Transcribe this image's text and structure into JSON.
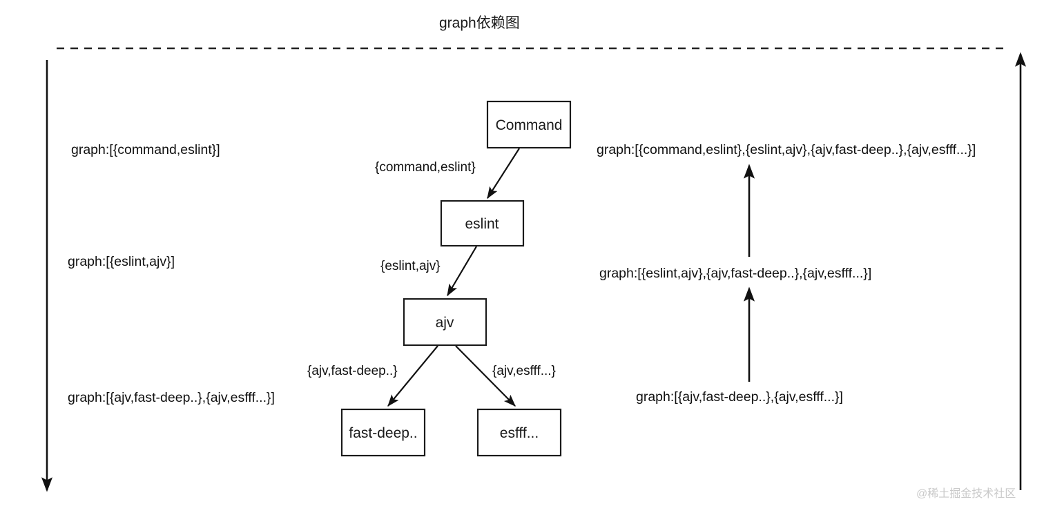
{
  "title": "graph依赖图",
  "watermark": "@稀土掘金技术社区",
  "nodes": [
    {
      "id": "command",
      "label": "Command"
    },
    {
      "id": "eslint",
      "label": "eslint"
    },
    {
      "id": "ajv",
      "label": "ajv"
    },
    {
      "id": "fastdeep",
      "label": "fast-deep.."
    },
    {
      "id": "esfff",
      "label": "esfff..."
    }
  ],
  "edge_labels": [
    {
      "id": "command-eslint",
      "label": "{command,eslint}"
    },
    {
      "id": "eslint-ajv",
      "label": "{eslint,ajv}"
    },
    {
      "id": "ajv-fastdeep",
      "label": "{ajv,fast-deep..}"
    },
    {
      "id": "ajv-esfff",
      "label": "{ajv,esfff...}"
    }
  ],
  "left_labels": [
    {
      "id": "left-1",
      "label": "graph:[{command,eslint}]"
    },
    {
      "id": "left-2",
      "label": "graph:[{eslint,ajv}]"
    },
    {
      "id": "left-3",
      "label": "graph:[{ajv,fast-deep..},{ajv,esfff...}]"
    }
  ],
  "right_labels": [
    {
      "id": "right-1",
      "label": "graph:[{command,eslint},{eslint,ajv},{ajv,fast-deep..},{ajv,esfff...}]"
    },
    {
      "id": "right-2",
      "label": "graph:[{eslint,ajv},{ajv,fast-deep..},{ajv,esfff...}]"
    },
    {
      "id": "right-3",
      "label": "graph:[{ajv,fast-deep..},{ajv,esfff...}]"
    }
  ],
  "colors": {
    "stroke": "#111111",
    "node_fill": "#ffffff",
    "text": "#1a1a1a",
    "watermark": "#c9c9c9",
    "background": "#ffffff"
  }
}
